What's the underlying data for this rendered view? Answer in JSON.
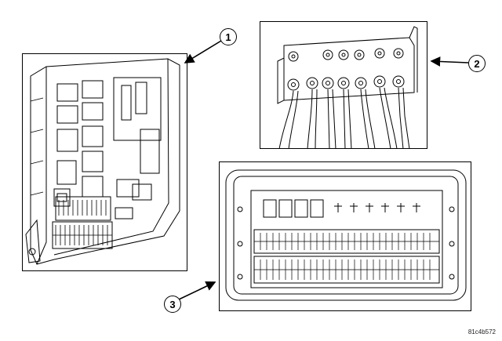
{
  "figure": {
    "callouts": [
      {
        "label": "1"
      },
      {
        "label": "2"
      },
      {
        "label": "3"
      }
    ],
    "code": "81c4b572"
  }
}
